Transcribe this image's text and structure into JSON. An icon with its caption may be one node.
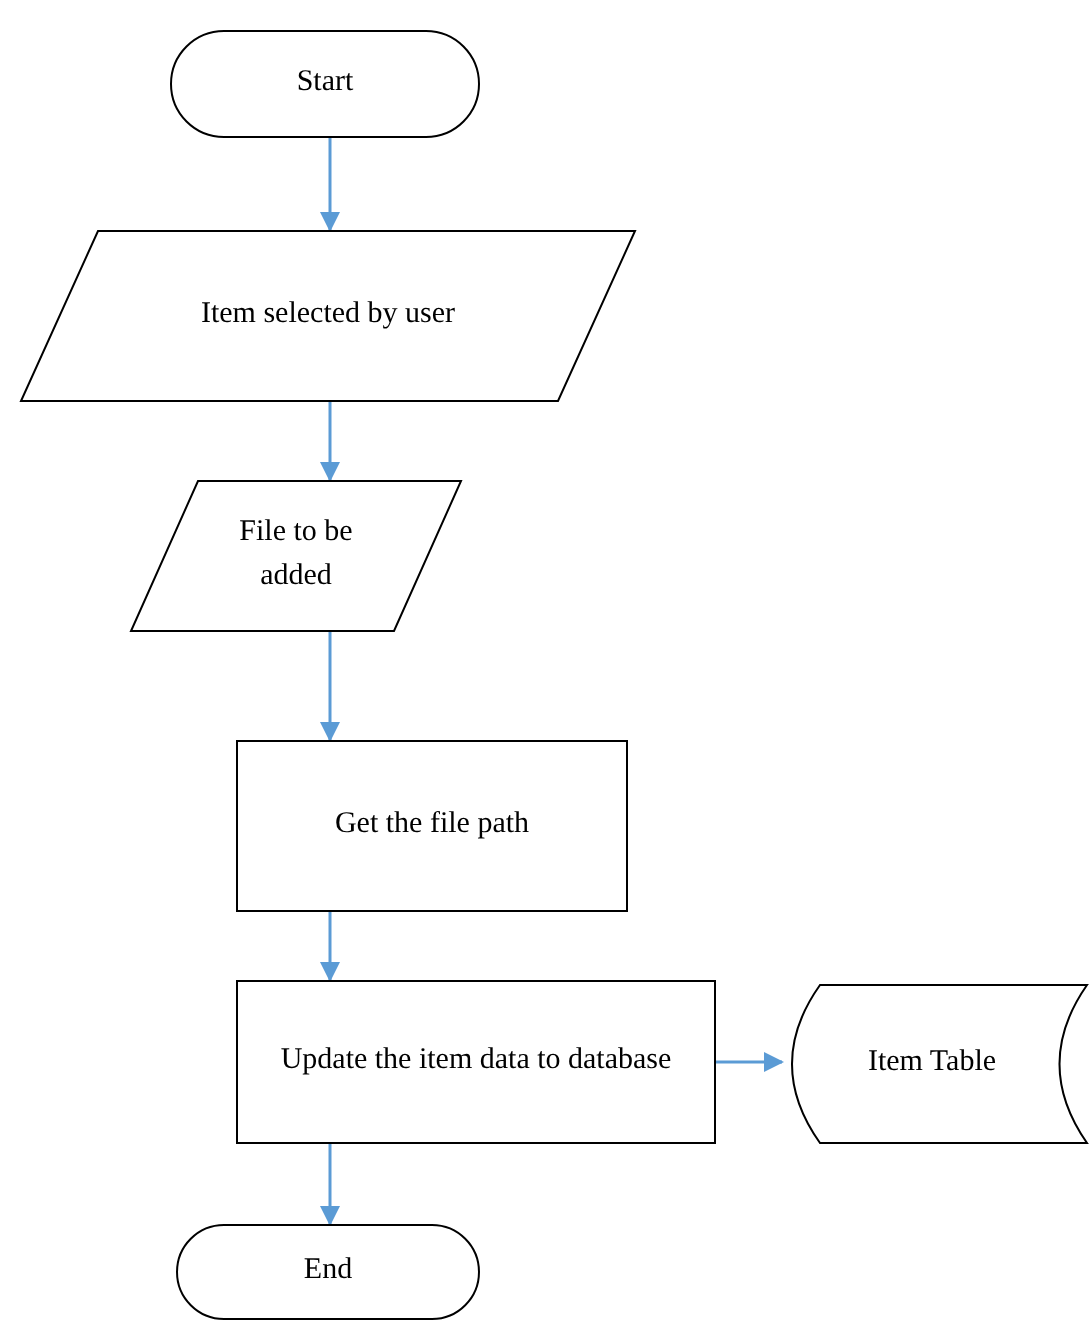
{
  "diagram": {
    "nodes": [
      {
        "text": [
          "Start"
        ]
      },
      {
        "text": [
          "Item selected by user"
        ]
      },
      {
        "text": [
          "File to be added"
        ]
      },
      {
        "text": [
          "Get the file path"
        ]
      },
      {
        "text": [
          "Update the item data to database"
        ]
      },
      {
        "text": [
          "Item Table"
        ]
      },
      {
        "text": [
          "End"
        ]
      }
    ],
    "edges": [
      {
        "from": 0,
        "to": 1,
        "arrow": "to"
      },
      {
        "from": 1,
        "to": 2,
        "arrow": "to"
      },
      {
        "from": 2,
        "to": 3,
        "arrow": "to"
      },
      {
        "from": 3,
        "to": 4,
        "arrow": "to"
      },
      {
        "from": 4,
        "to": 5,
        "arrow": "to"
      },
      {
        "from": 4,
        "to": 6,
        "arrow": "to"
      }
    ]
  }
}
